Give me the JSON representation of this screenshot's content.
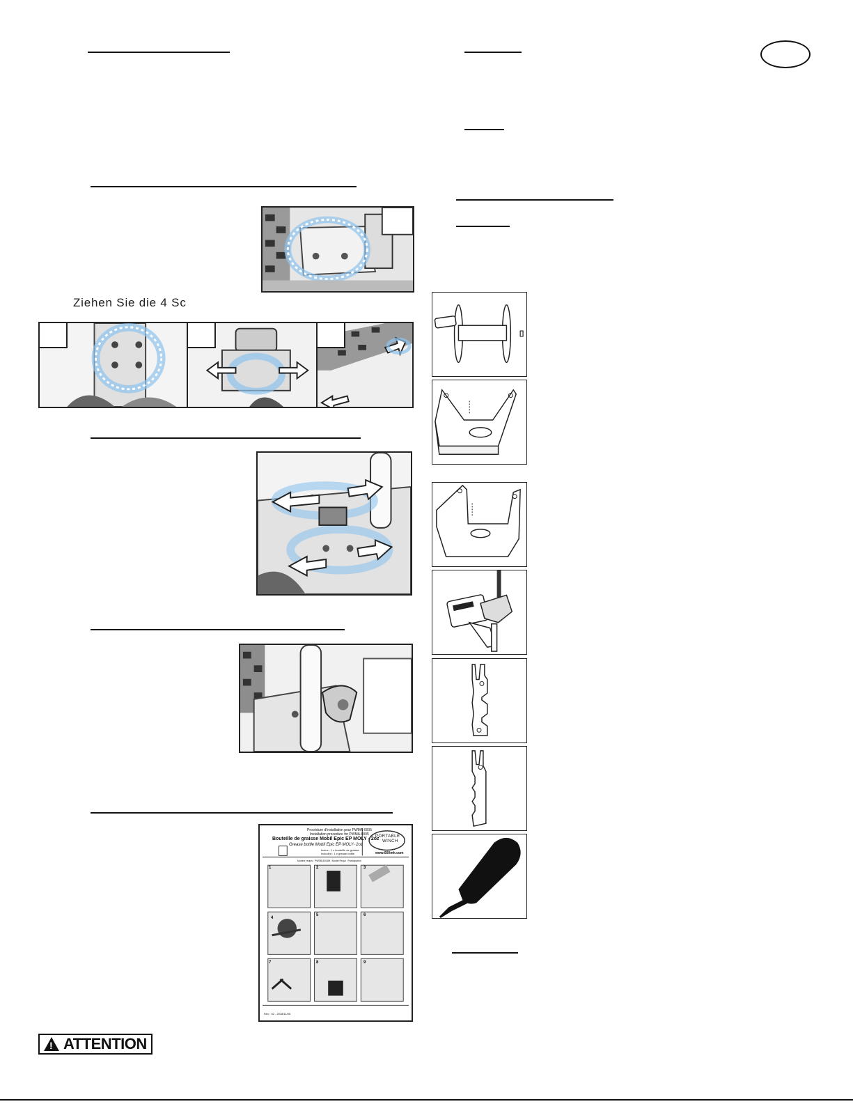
{
  "body_text": {
    "ziehen": "Ziehen Sie die 4 Sc"
  },
  "badge": {
    "attention": "ATTENTION"
  },
  "grease_sheet": {
    "header_fr": "Procédure d'installation pour PWMA-0005",
    "header_sub": "Installation procedure for PWMA-0005",
    "title_fr": "Bouteille de graisse Mobil Epic EP MOLY - 2oz",
    "title_en": "Grease bottle Mobil Epic EP MOLY- 2oz",
    "note_1": "Inclus : 1 x bouteille de graisse",
    "note_2": "Included : 1 x grease bottle",
    "model_line": "Modèle requis : PWSB-8204M / Model Requi : Participation",
    "brand_top": "PORTABLE",
    "brand_bottom": "WINCH",
    "website": "www.600mh.com",
    "steps": [
      "1",
      "2",
      "3",
      "4",
      "5",
      "6",
      "7",
      "8",
      "9"
    ],
    "revision": "Rev : 02 - 2018/11/05"
  }
}
